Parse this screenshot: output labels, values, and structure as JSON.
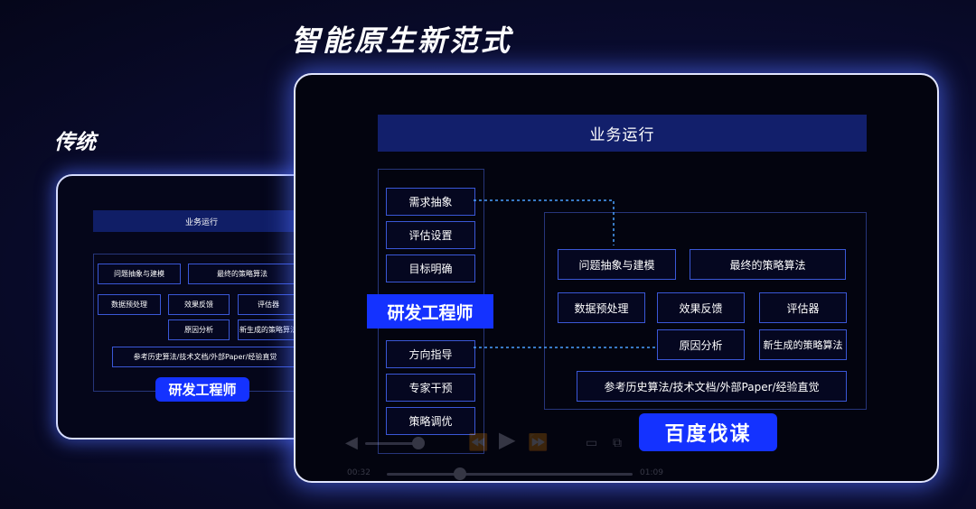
{
  "headings": {
    "new": "智能原生新范式",
    "old": "传统"
  },
  "traditional": {
    "business": "业务运行",
    "boxes": {
      "problem": "问题抽象与建模",
      "final_algo": "最终的策略算法",
      "preprocess": "数据预处理",
      "feedback": "效果反馈",
      "evaluator": "评估器",
      "cause": "原因分析",
      "new_algo": "新生成的策略算法",
      "reference": "参考历史算法/技术文档/外部Paper/经验直觉"
    },
    "engineer": "研发工程师"
  },
  "native": {
    "business": "业务运行",
    "left_column": [
      "需求抽象",
      "评估设置",
      "目标明确",
      "方向指导",
      "专家干预",
      "策略调优"
    ],
    "engineer": "研发工程师",
    "boxes": {
      "problem": "问题抽象与建模",
      "final_algo": "最终的策略算法",
      "preprocess": "数据预处理",
      "feedback": "效果反馈",
      "evaluator": "评估器",
      "cause": "原因分析",
      "new_algo": "新生成的策略算法",
      "reference": "参考历史算法/技术文档/外部Paper/经验直觉"
    },
    "baidu": "百度伐谋"
  },
  "player": {
    "current_time": "00:32",
    "total_time": "01:09"
  },
  "colors": {
    "accent": "#1432ff",
    "box_border": "#3a57d6",
    "bar": "#121f6b",
    "connector": "#4aa0ff"
  }
}
